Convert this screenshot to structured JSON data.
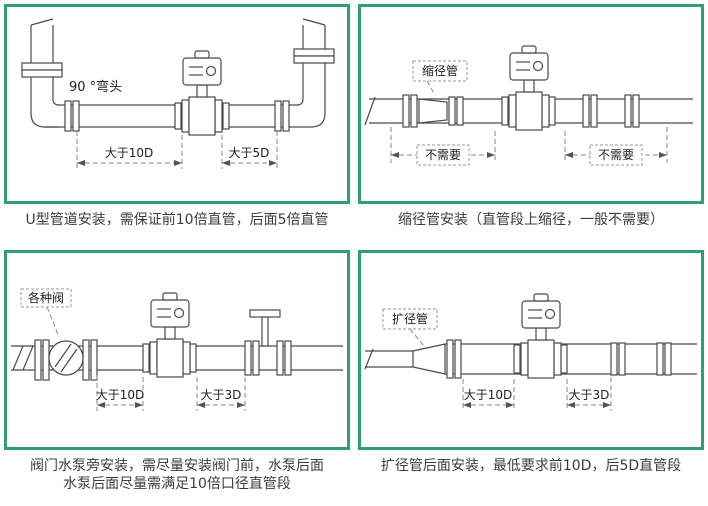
{
  "colors": {
    "frame_border": "#2fa06e",
    "line": "#4a4a4a",
    "text": "#3c3c3c"
  },
  "panels": [
    {
      "id": "u-pipe",
      "label": "90 °弯头",
      "dim_left": "大于10D",
      "dim_right": "大于5D",
      "caption": "U型管道安装，需保证前10倍直管，后面5倍直管"
    },
    {
      "id": "reducer",
      "label": "缩径管",
      "dim_left": "不需要",
      "dim_right": "不需要",
      "caption": "缩径管安装（直管段上缩径，一般不需要）"
    },
    {
      "id": "valves",
      "label": "各种阀",
      "dim_left": "大于10D",
      "dim_right": "大于3D",
      "caption_line1": "阀门水泵旁安装，需尽量安装阀门前，水泵后面",
      "caption_line2": "水泵后面尽量需满足10倍口径直管段"
    },
    {
      "id": "expander",
      "label": "扩径管",
      "dim_left": "大于10D",
      "dim_right": "大于3D",
      "caption": "扩径管后面安装，最低要求前10D，后5D直管段"
    }
  ]
}
